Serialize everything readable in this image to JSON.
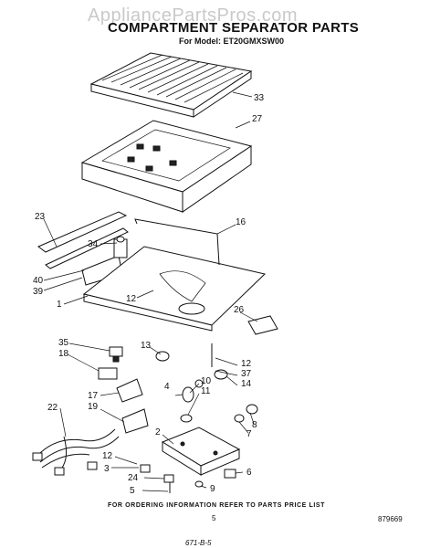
{
  "watermark": "AppliancePartsPros.com",
  "title": "COMPARTMENT SEPARATOR PARTS",
  "model_line": "For Model: ET20GMXSW00",
  "footer_note": "FOR ORDERING INFORMATION REFER TO PARTS PRICE LIST",
  "page_number": "5",
  "document_number": "879669",
  "date_stamp": "671-B-5",
  "callouts": [
    "33",
    "27",
    "23",
    "16",
    "34",
    "40",
    "39",
    "1",
    "12",
    "26",
    "35",
    "18",
    "13",
    "12",
    "37",
    "14",
    "17",
    "10",
    "11",
    "19",
    "22",
    "4",
    "8",
    "7",
    "2",
    "12",
    "3",
    "6",
    "24",
    "9",
    "5"
  ]
}
